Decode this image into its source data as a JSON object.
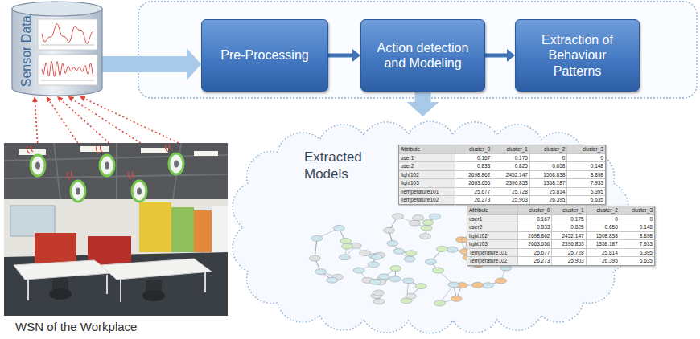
{
  "diagram": {
    "nodes": [
      {
        "text": [
          "Sensor Data"
        ]
      },
      {
        "text": [
          "Pre-Processing"
        ]
      },
      {
        "text": [
          "Action detection and Modeling"
        ]
      },
      {
        "text": [
          "Extraction of Behaviour Patterns"
        ]
      },
      {
        "text": [
          "Extracted Models"
        ]
      },
      {
        "text": [
          "WSN of the Workplace"
        ]
      }
    ],
    "edges": [
      {
        "from": 0,
        "to": 1,
        "arrow": "to"
      },
      {
        "from": 1,
        "to": 2,
        "arrow": "to"
      },
      {
        "from": 2,
        "to": 3,
        "arrow": "to"
      },
      {
        "from": 2,
        "to": 4,
        "arrow": "to"
      },
      {
        "from": 5,
        "to": 0,
        "arrow": "to"
      },
      {
        "from": 5,
        "to": 0,
        "arrow": "to"
      },
      {
        "from": 5,
        "to": 0,
        "arrow": "to"
      },
      {
        "from": 5,
        "to": 0,
        "arrow": "to"
      },
      {
        "from": 5,
        "to": 0,
        "arrow": "to"
      }
    ],
    "labels": [
      "Attribute",
      "cluster_0",
      "cluster_1",
      "cluster_2",
      "cluster_3",
      "user1",
      "0.167",
      "0.175",
      "0",
      "0",
      "user2",
      "0.833",
      "0.825",
      "0.658",
      "0.148",
      "light102",
      "2698.862",
      "2452.147",
      "1508.838",
      "8.898",
      "light103",
      "2663.656",
      "2396.853",
      "1358.187",
      "7.933",
      "Temperature101",
      "25.677",
      "25.728",
      "25.814",
      "6.395",
      "Temperature102",
      "26.273",
      "25.903",
      "26.395",
      "6.635",
      "Attribute",
      "cluster_0",
      "cluster_1",
      "cluster_2",
      "cluster_3",
      "user1",
      "0.167",
      "0.175",
      "0",
      "0",
      "user2",
      "0.833",
      "0.825",
      "0.658",
      "0.148",
      "light102",
      "2698.862",
      "2452.147",
      "1508.838",
      "8.898",
      "light103",
      "2663.656",
      "2396.853",
      "1358.187",
      "7.933",
      "Temperature101",
      "25.677",
      "25.728",
      "25.814",
      "6.395",
      "Temperature102",
      "26.273",
      "25.903",
      "26.395",
      "6.635"
    ]
  }
}
